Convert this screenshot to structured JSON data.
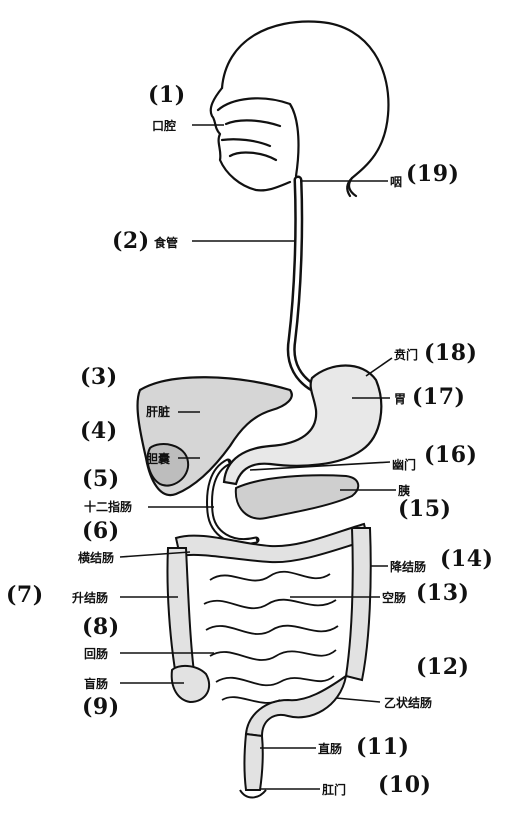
{
  "diagram": {
    "labels": {
      "mouth": {
        "num": "(1)",
        "text": "口腔"
      },
      "esophagus": {
        "num": "(2)",
        "text": "食管"
      },
      "liver": {
        "num": "(3)",
        "text": "肝脏"
      },
      "gallbladder": {
        "num": "(4)",
        "text": "胆囊"
      },
      "duodenum": {
        "num": "(5)",
        "text": "十二指肠"
      },
      "transverse_colon": {
        "num": "(6)",
        "text": "横结肠"
      },
      "ascending_colon": {
        "num": "(7)",
        "text": "升结肠"
      },
      "ileum": {
        "num": "(8)",
        "text": "回肠"
      },
      "cecum": {
        "num": "(9)",
        "text": "盲肠"
      },
      "anus": {
        "num": "(10)",
        "text": "肛门"
      },
      "rectum": {
        "num": "(11)",
        "text": "直肠"
      },
      "sigmoid_colon": {
        "num": "(12)",
        "text": "乙状结肠"
      },
      "jejunum": {
        "num": "(13)",
        "text": "空肠"
      },
      "descending_colon": {
        "num": "(14)",
        "text": "降结肠"
      },
      "pancreas": {
        "num": "(15)",
        "text": "胰"
      },
      "pylorus": {
        "num": "(16)",
        "text": "幽门"
      },
      "stomach": {
        "num": "(17)",
        "text": "胃"
      },
      "cardia": {
        "num": "(18)",
        "text": "贲门"
      },
      "pharynx": {
        "num": "(19)",
        "text": "咽"
      }
    }
  }
}
